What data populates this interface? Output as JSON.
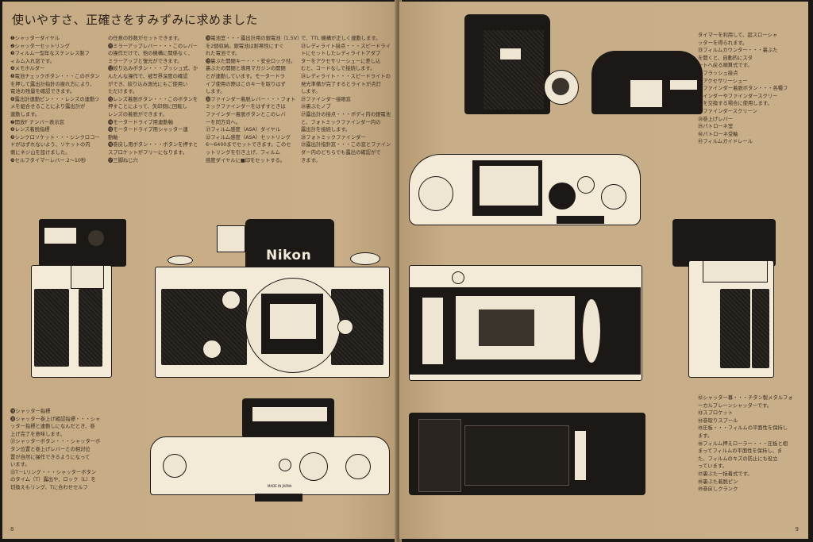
{
  "heading": "使いやすさ、正確さをすみずみに求めました",
  "left_col1": [
    "❶シャッターダイヤル",
    "❷シャッターセットリング",
    "❸フィルム一型年なステンレス製フ",
    "ィルム入れ窓です。",
    "❹メモホルダー",
    "❺電池チェックボタン・・・このボタン",
    "を押して露出計指針の振れ方により、",
    "電池の残量を確認できます。",
    "❻露出計連動ピン・・・レンズの連動ツ",
    "メを組合せることにより露出計が",
    "連動します。",
    "❼開放F ナンバー表示窓",
    "❽レンズ着脱指標",
    "❾シンクロソケット・・・シンクロコー",
    "ドがはずれないよう、ソケットの内",
    "側にネジ山を設けました。",
    "❿セルフタイマーレバー 2～10秒"
  ],
  "left_col2": [
    "の任意の秒数がセットできます。",
    "⓫ミラーアップレバー・・・このレバー",
    "の操作だけで、他の機構に関係なく、",
    "ミラーアップと復元ができます。",
    "⓬絞り込みボタン・・・ブッシュ式、か",
    "んたんな操作で、被写界深度の確認",
    "ができ、絞り込み測光にもご使用い",
    "ただけます。",
    "⓭レンズ着脱ボタン・・・このボタンを",
    "押すことによって、矢印側に回転し",
    "レンズの着脱ができます。",
    "⓮モータードライブ用連動軸",
    "⓯モータードライブ用シャッター連",
    "動軸",
    "⓰巻戻し用ボタン・・・ボタンを押すと",
    "スプロケットがフリーになります。",
    "⓱三脚ねじ穴"
  ],
  "left_col3": [
    "⓲電池室・・・露出計用の銀電池（1.5V）",
    "を2個収納。銀電池は耐寒性にすぐ",
    "れた電池です。",
    "⓳裏ぶた開閉キー・・・安全ロック付。",
    "裏ぶたの開閉と専用マガジンの開閉",
    "とが連動しています。モータードラ",
    "イブ使用の際はこのキーを取りはず",
    "します。",
    "⓴ファインダー着脱レバー・・・フォト",
    "ミックファインダーをはずすときは",
    "ファインダー着脱ボタンとこのレバ",
    "ーを同方向へ。",
    "㉑フィルム感度（ASA）ダイヤル",
    "㉒フィルム感度（ASA）セットリング",
    "6～6400までセットできます。このセ",
    "ットリングを引き上げ、フィルム",
    "感度ダイヤルに■印をセットする。"
  ],
  "left_col4": [
    "で、TTL 機構が正しく連動します。",
    "㉓レディライト接点・・・スピードライ",
    "トにセットしたレディライトアダプ",
    "ターをアクセサリーシューに差し込",
    "むと、コードなしで接続します。",
    "㉔レディライト・・・スピードライトの",
    "発光準備が完了するとライトが点灯",
    "します。",
    "㉕ファインダー接眼窓",
    "㉖裏ぶたノブ",
    "㉗露出計の接点・・・ボディ内の銀電池",
    "と、フォトミックファインダー内の",
    "露出計を接続します。",
    "㉘フォトミックファインダー",
    "㉙露出計指針窓・・・この窓とファイン",
    "ダー内のどちらでも露出の確認がで",
    "きます。"
  ],
  "left_bottom": [
    "⓳シャッター指標",
    "⓴シャッター巻上げ確認指標・・・シャ",
    "ッター指標と連動しになんだとき、巻",
    "上げ完了を意味します。",
    "㉑シャッターボタン・・・シャッターボ",
    "タン位置と巻上げレバーとの相対位",
    "置が自然に操作できるようになって",
    "います。",
    "㉒T－Lリング・・・シャッターボタン",
    "のタイム（T）露出や、ロック（L）を",
    "切換えもリング、Tに合わせセルフ"
  ],
  "right_top": [
    "タイマーを利用して、超スローシャ",
    "ッターを得られます。",
    "㉝フィルムカウンター・・・裏ぶた",
    "を開くと、自動的にスタ",
    "ートへ戻る順算式です。",
    "㉞フラッシュ接点",
    "㉟アクセサリーシュー",
    "㊱ファインダー着脱ボタン・・・各種フ",
    "ァインダーやファインダースクリー",
    "ンを交換する場合に使用します。",
    "㊲ファインダースクリーン",
    "㊳巻上げレバー",
    "㊴パトローネ室",
    "㊵パトローネ受軸",
    "㊶フィルムガイドレール"
  ],
  "right_bottom": [
    "㊷シャッター幕・・・チタン製メタルフォ",
    "ーカルプレーンシャッターです。",
    "㊸スプロケット",
    "㊹巻取りスプール",
    "㊺圧板・・・フィルムの平面性を保持し",
    "ます。",
    "㊻フィルム押えローラー・・・圧板と相",
    "まってフィルムの平面性を保持し、ま",
    "た、フィルムのキズの防止にも役立",
    "っています。",
    "㊼裏ぶた一括着式です。",
    "㊽裏ぶた着脱ピン",
    "㊾巻戻しクランク"
  ],
  "camera_logo": "Nikon",
  "made_in": "MADE IN JAPAN",
  "page_left": "8",
  "page_right": "9",
  "colors": {
    "paper": "#c8ae88",
    "ink": "#3a2d22",
    "callout": "#2a6fb3",
    "body": "#f3ead8",
    "leather": "#1d1a17"
  }
}
